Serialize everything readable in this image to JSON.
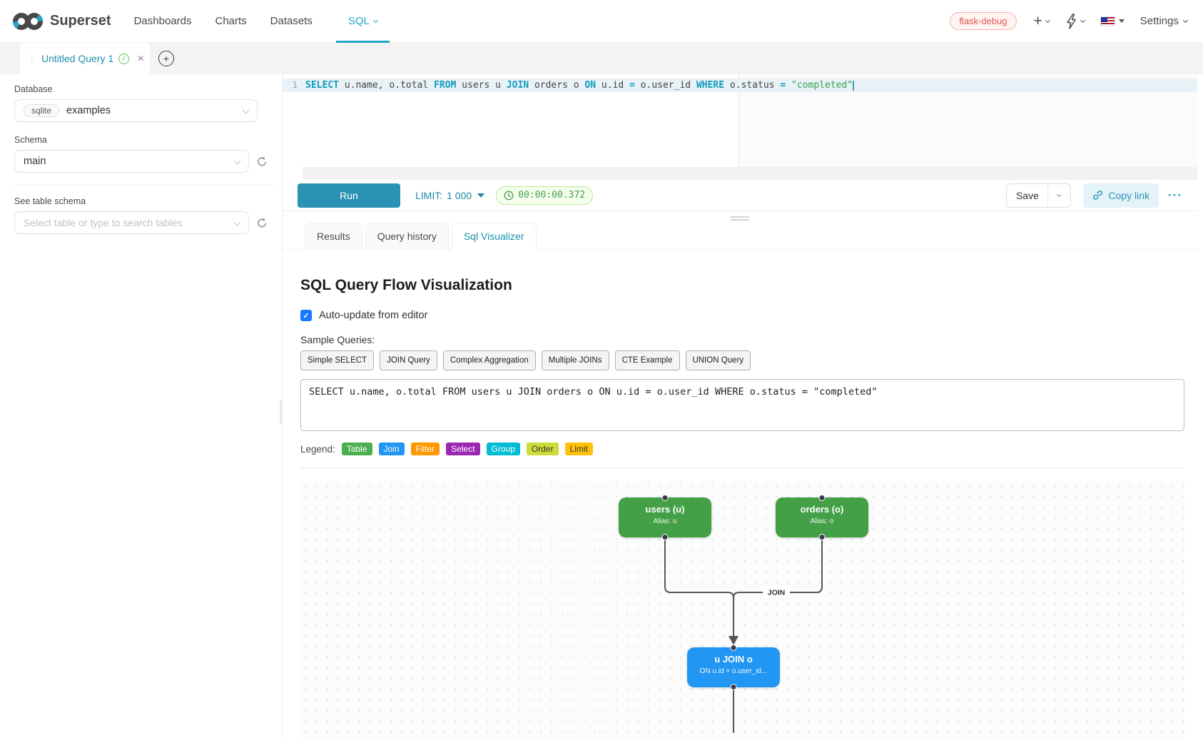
{
  "theme": {
    "accent": "#20a7c9",
    "run_button": "#2a93b5",
    "success": "#45a049",
    "env_badge_color": "#e0564d"
  },
  "icons": {
    "plus": "+",
    "close": "✕",
    "check": "✓",
    "more": "···",
    "drag_grip": "⋮"
  },
  "navbar": {
    "brand": "Superset",
    "menu": [
      {
        "label": "Dashboards"
      },
      {
        "label": "Charts"
      },
      {
        "label": "Datasets"
      },
      {
        "label": "SQL"
      }
    ],
    "env_badge": "flask-debug",
    "settings_label": "Settings"
  },
  "tabbar": {
    "active_tab_label": "Untitled Query 1"
  },
  "sidebar": {
    "database_label": "Database",
    "database_engine": "sqlite",
    "database_name": "examples",
    "schema_label": "Schema",
    "schema_value": "main",
    "table_section_label": "See table schema",
    "table_placeholder": "Select table or type to search tables"
  },
  "editor": {
    "line_number": "1",
    "tokens": [
      {
        "type": "keyword",
        "text": "SELECT "
      },
      {
        "type": "plain",
        "text": "u.name, o.total "
      },
      {
        "type": "keyword",
        "text": "FROM "
      },
      {
        "type": "plain",
        "text": "users u "
      },
      {
        "type": "keyword",
        "text": "JOIN "
      },
      {
        "type": "plain",
        "text": "orders o "
      },
      {
        "type": "keyword",
        "text": "ON "
      },
      {
        "type": "plain",
        "text": "u.id "
      },
      {
        "type": "operator",
        "text": "= "
      },
      {
        "type": "plain",
        "text": "o.user_id "
      },
      {
        "type": "keyword",
        "text": "WHERE "
      },
      {
        "type": "plain",
        "text": "o.status "
      },
      {
        "type": "operator",
        "text": "= "
      },
      {
        "type": "string",
        "text": "\"completed\""
      }
    ]
  },
  "toolbar": {
    "run_label": "Run",
    "limit_label": "LIMIT:",
    "limit_value": "1 000",
    "timer": "00:00:00.372",
    "save_label": "Save",
    "copy_link_label": "Copy link"
  },
  "south_tabs": {
    "results": "Results",
    "history": "Query history",
    "visualizer": "Sql Visualizer"
  },
  "visualizer": {
    "title": "SQL Query Flow Visualization",
    "auto_update_label": "Auto-update from editor",
    "auto_update_checked": true,
    "sample_queries_label": "Sample Queries:",
    "sample_buttons": [
      "Simple SELECT",
      "JOIN Query",
      "Complex Aggregation",
      "Multiple JOINs",
      "CTE Example",
      "UNION Query"
    ],
    "query_text": "SELECT u.name, o.total FROM users u JOIN orders o ON u.id = o.user_id WHERE o.status = \"completed\"",
    "legend_label": "Legend:",
    "legend": [
      {
        "label": "Table",
        "color": "#4caf50"
      },
      {
        "label": "Join",
        "color": "#2196f3"
      },
      {
        "label": "Filter",
        "color": "#ff9800"
      },
      {
        "label": "Select",
        "color": "#9c27b0"
      },
      {
        "label": "Group",
        "color": "#00bcd4"
      },
      {
        "label": "Order",
        "color": "#cddc39"
      },
      {
        "label": "Limit",
        "color": "#ffc107"
      }
    ],
    "flow": {
      "nodes": [
        {
          "id": "users",
          "title": "users (u)",
          "subtitle": "Alias: u",
          "color": "#43a047"
        },
        {
          "id": "orders",
          "title": "orders (o)",
          "subtitle": "Alias: o",
          "color": "#43a047"
        },
        {
          "id": "join",
          "title": "u JOIN o",
          "subtitle": "ON u.id = o.user_id...",
          "color": "#2196f3"
        }
      ],
      "edge_label": "JOIN"
    }
  }
}
